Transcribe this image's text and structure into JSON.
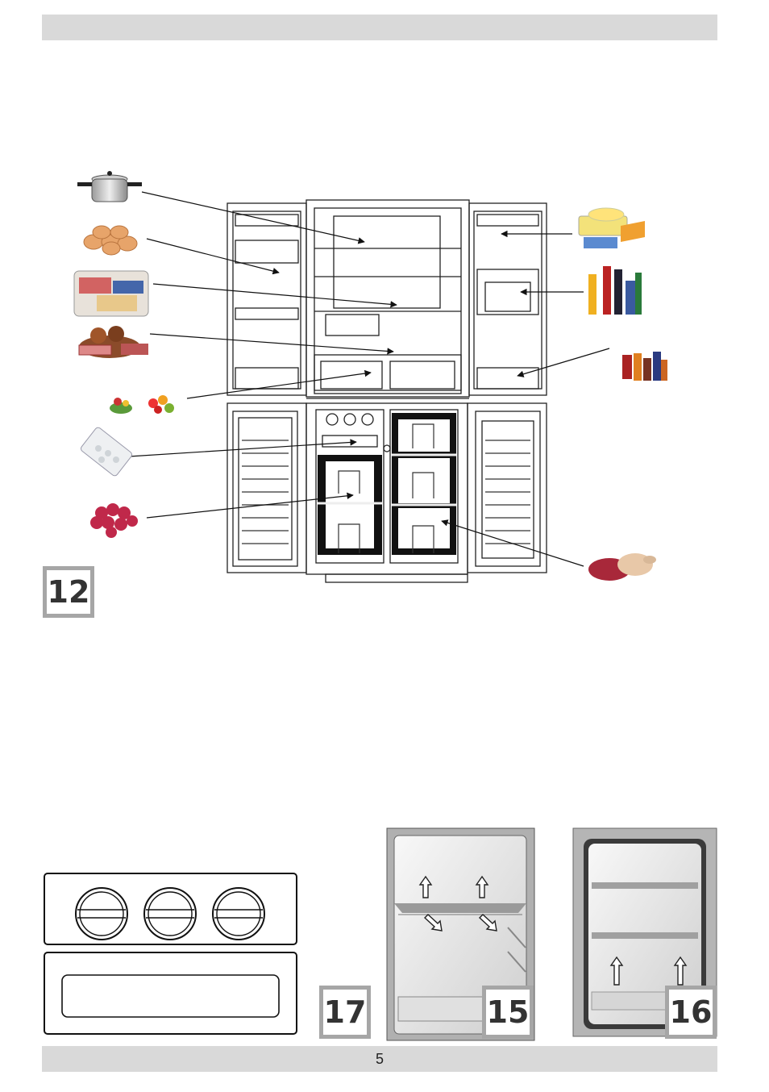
{
  "page": {
    "page_number": "5"
  },
  "figures": {
    "fig12": {
      "label": "12"
    },
    "fig17": {
      "label": "17"
    },
    "fig15": {
      "label": "15"
    },
    "fig16": {
      "label": "16"
    }
  },
  "food_icons": [
    "cooking-pot-icon",
    "eggs-icon",
    "packaged-meat-icon",
    "cold-cuts-icon",
    "vegetables-icon",
    "fruit-icon",
    "frozen-dumplings-icon",
    "frozen-berries-icon",
    "cheese-butter-icon",
    "bottled-drinks-icon",
    "sauces-jars-icon",
    "raw-meat-poultry-icon"
  ],
  "colors": {
    "bar": "#d9d9d9",
    "badge_frame": "#a6a6a6",
    "line": "#222222"
  }
}
